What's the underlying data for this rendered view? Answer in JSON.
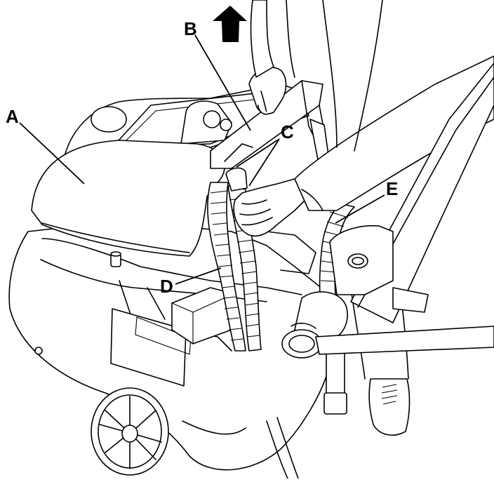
{
  "figure": {
    "labels": {
      "a": "A",
      "b": "B",
      "c": "C",
      "d": "D",
      "e": "E"
    },
    "direction_icon": "up-arrow-icon",
    "colors": {
      "ink": "#000000",
      "paper": "#ffffff"
    }
  }
}
